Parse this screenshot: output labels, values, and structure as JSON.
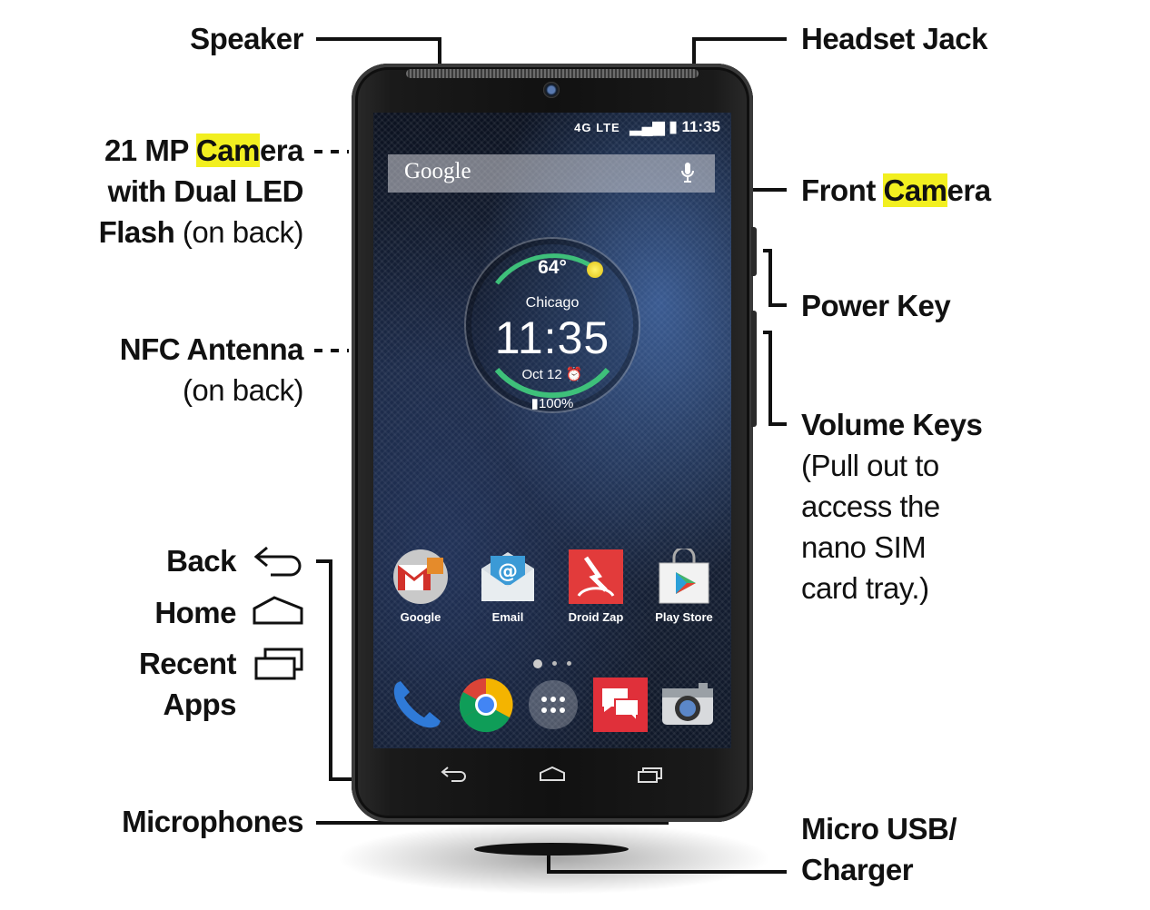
{
  "labels": {
    "speaker": "Speaker",
    "headset_jack": "Headset Jack",
    "camera_line1_pre": "21 MP ",
    "camera_line1_hl": "Cam",
    "camera_line1_post": "era",
    "camera_line2": "with Dual LED",
    "camera_line3_bold": "Flash",
    "camera_line3_thin": " (on back)",
    "front_camera_pre": "Front ",
    "front_camera_hl": "Cam",
    "front_camera_post": "era",
    "power_key": "Power Key",
    "nfc_line1": "NFC Antenna",
    "nfc_line2": "(on back)",
    "volume_keys": "Volume Keys",
    "volume_note_1": "(Pull out to",
    "volume_note_2": "access the",
    "volume_note_3": "nano SIM",
    "volume_note_4": "card tray.)",
    "back": "Back",
    "home": "Home",
    "recent_1": "Recent",
    "recent_2": "Apps",
    "microphones": "Microphones",
    "usb_1": "Micro USB/",
    "usb_2": "Charger"
  },
  "screen": {
    "status_network": "4G LTE",
    "status_time": "11:35",
    "search_logo": "Google",
    "weather_temp": "64°",
    "city": "Chicago",
    "clock_time": "11:35",
    "date": "Oct 12",
    "battery": "100%",
    "apps": [
      {
        "label": "Google"
      },
      {
        "label": "Email"
      },
      {
        "label": "Droid Zap"
      },
      {
        "label": "Play Store"
      }
    ]
  },
  "colors": {
    "highlight": "#f2ef20",
    "label_text": "#111111",
    "leader_line": "#111111"
  }
}
